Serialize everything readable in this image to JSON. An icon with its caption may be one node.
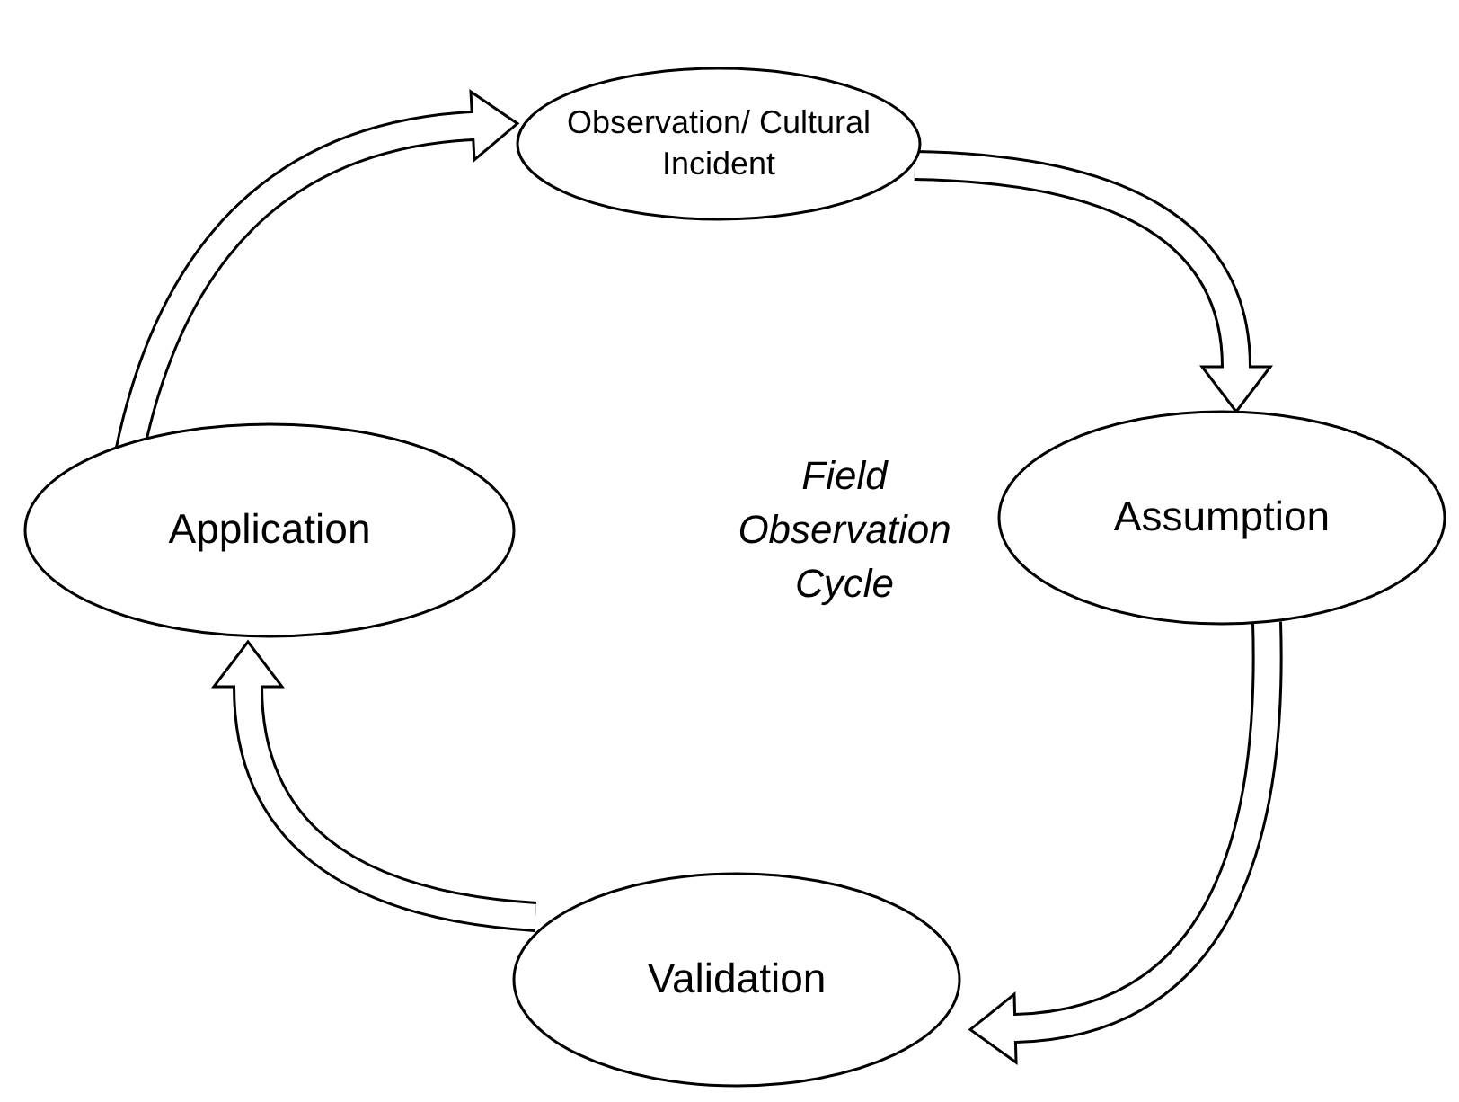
{
  "diagram": {
    "nodes": [
      {
        "text": [
          "Observation/ Cultural Incident"
        ]
      },
      {
        "text": [
          "Assumption"
        ]
      },
      {
        "text": [
          "Validation"
        ]
      },
      {
        "text": [
          "Application"
        ]
      }
    ],
    "edges": [
      {
        "from": 0,
        "to": 1,
        "arrow": "to"
      },
      {
        "from": 1,
        "to": 2,
        "arrow": "to"
      },
      {
        "from": 2,
        "to": 3,
        "arrow": "to"
      },
      {
        "from": 3,
        "to": 0,
        "arrow": "to"
      }
    ],
    "labels": [
      "Field Observation Cycle"
    ]
  }
}
